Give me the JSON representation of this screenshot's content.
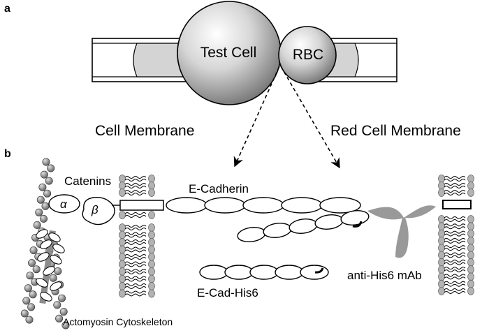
{
  "panel_a": {
    "label": "a",
    "test_cell_label": "Test Cell",
    "rbc_label": "RBC",
    "cell_membrane_label": "Cell Membrane",
    "red_cell_membrane_label": "Red Cell Membrane"
  },
  "panel_b": {
    "label": "b",
    "catenins_label": "Catenins",
    "alpha_symbol": "α",
    "beta_symbol": "β",
    "ecadherin_label": "E-Cadherin",
    "ecad_his6_label": "E-Cad-His6",
    "antibody_label": "anti-His6 mAb",
    "cytoskeleton_label": "Actomyosin Cytoskeleton"
  },
  "colors": {
    "line": "#000000",
    "cell_shade_light": "#ffffff",
    "cell_shade_dark": "#6e6e6e",
    "antibody": "#999999",
    "lipid_head": "#b3b3b3",
    "actin_bead": "#8a8a8a"
  }
}
